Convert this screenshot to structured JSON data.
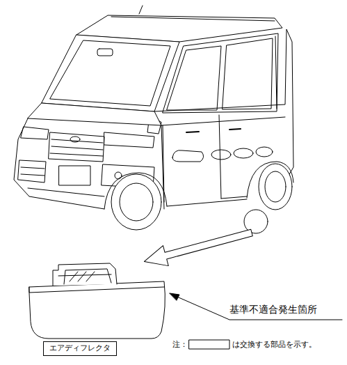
{
  "diagram": {
    "nodes": [
      {
        "text": [
          "エアディフレクタ"
        ]
      }
    ],
    "labels": [
      "基準不適合発生箇所",
      "注：",
      "は交換する部品を示す。"
    ]
  }
}
